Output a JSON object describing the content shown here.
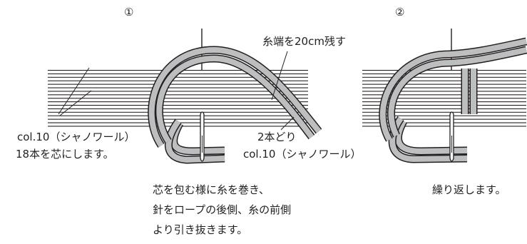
{
  "steps": [
    {
      "number": "①",
      "core_label_line1": "col.10（シャノワール）",
      "core_label_line2": "18本を芯にします。",
      "tail_label": "糸端を20cm残す",
      "yarn_label_line1": "2本どり",
      "yarn_label_line2": "col.10（シャノワール）",
      "instruction_lines": [
        "芯を包む様に糸を巻き、",
        "針をロープの後側、糸の前側",
        "より引き抜きます。"
      ]
    },
    {
      "number": "②",
      "instruction": "繰り返します。"
    }
  ],
  "colors": {
    "ink": "#231f20",
    "yarn_fill": "#bcbec0",
    "background": "#ffffff"
  }
}
